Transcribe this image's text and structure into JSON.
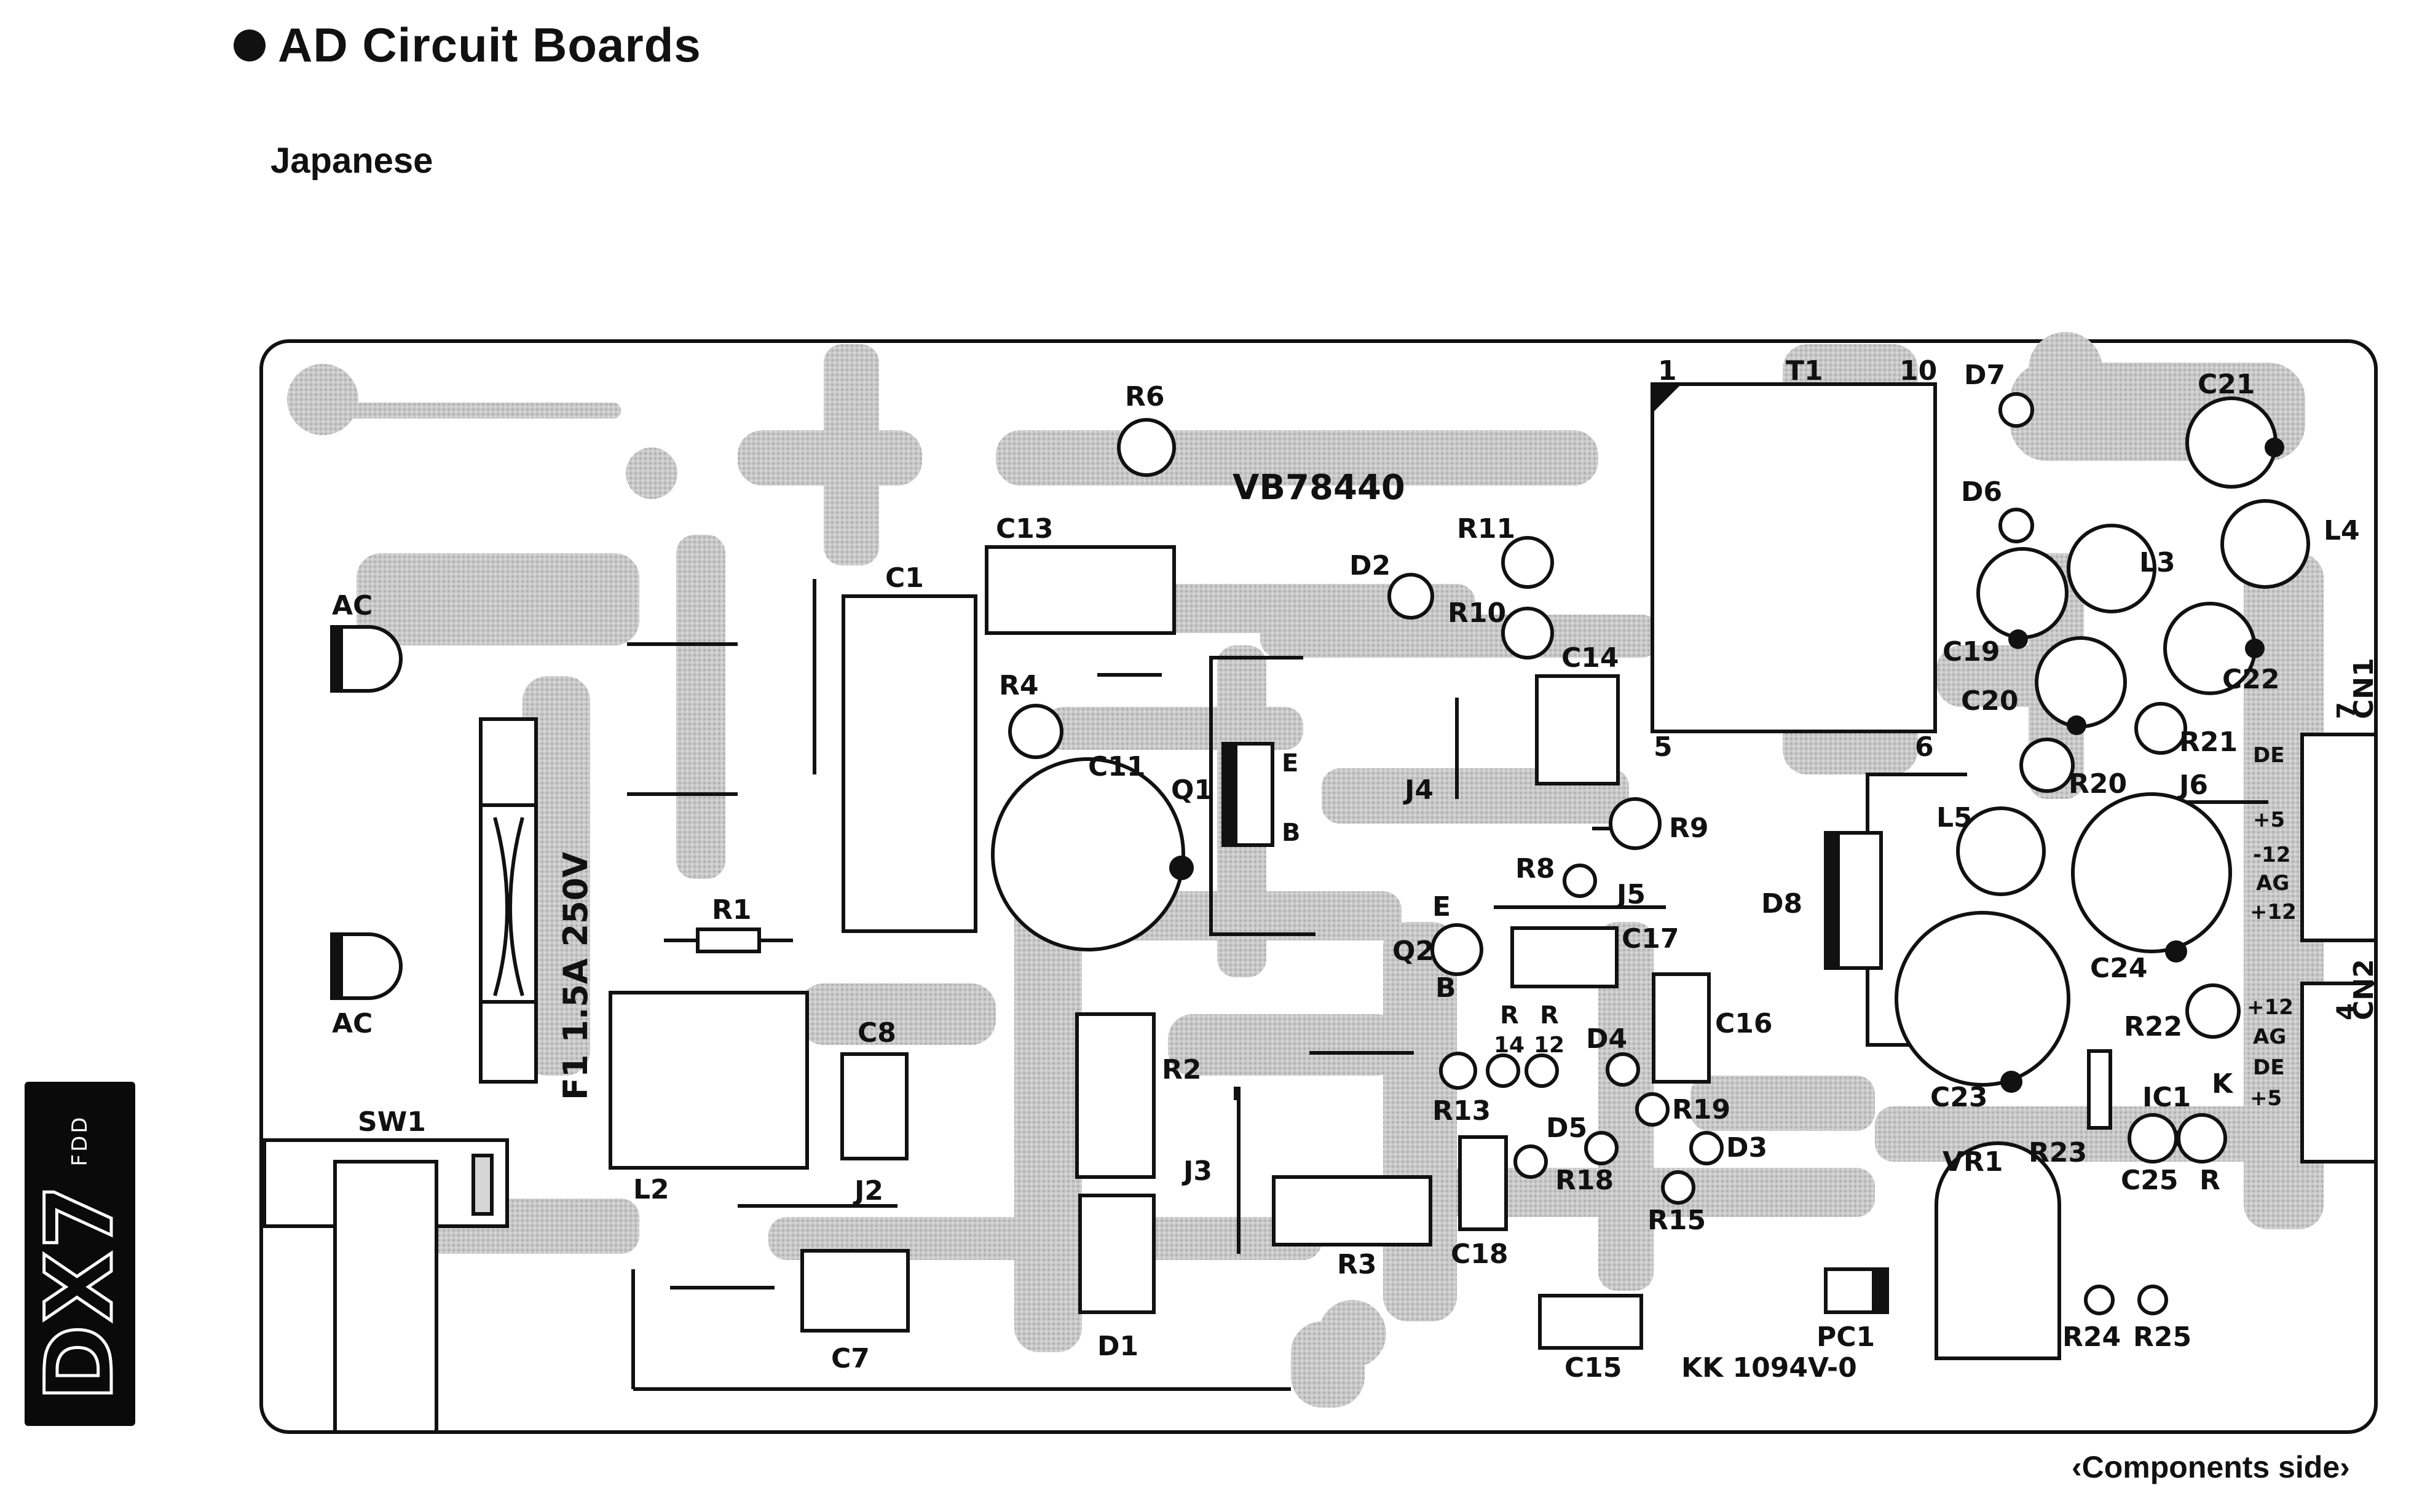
{
  "page": {
    "heading": "AD Circuit Boards",
    "subheading": "Japanese",
    "footer": "‹Components side›"
  },
  "logo": {
    "main": "DX7",
    "sub": "FDD"
  },
  "board": {
    "part_number": "VB78440",
    "rating": "KK 1094V-0",
    "fuse_label": "F1 1.5A 250V",
    "components": [
      "AC",
      "AC",
      "SW1",
      "R1",
      "L2",
      "J2",
      "C7",
      "C1",
      "C8",
      "C13",
      "R6",
      "R4",
      "C11",
      "R2",
      "J3",
      "D1",
      "Q1",
      "E",
      "B",
      "R3",
      "D2",
      "R11",
      "R10",
      "C14",
      "J4",
      "R9",
      "R8",
      "J5",
      "E",
      "Q2",
      "B",
      "C17",
      "R",
      "R",
      "14",
      "12",
      "D4",
      "C16",
      "R13",
      "R19",
      "D5",
      "D3",
      "R18",
      "R15",
      "C18",
      "C15",
      "PC1",
      "T1",
      "1",
      "10",
      "5",
      "6",
      "D7",
      "C21",
      "D6",
      "L3",
      "L4",
      "C19",
      "C22",
      "C20",
      "R21",
      "R20",
      "DE",
      "CN1",
      "J6",
      "+5",
      "-12",
      "AG",
      "+12",
      "D8",
      "L5",
      "C24",
      "CN2",
      "R22",
      "+12",
      "AG",
      "DE",
      "+5",
      "C23",
      "IC1",
      "K",
      "R23",
      "VR1",
      "C25",
      "R",
      "R24",
      "R25",
      "7",
      "4"
    ]
  }
}
